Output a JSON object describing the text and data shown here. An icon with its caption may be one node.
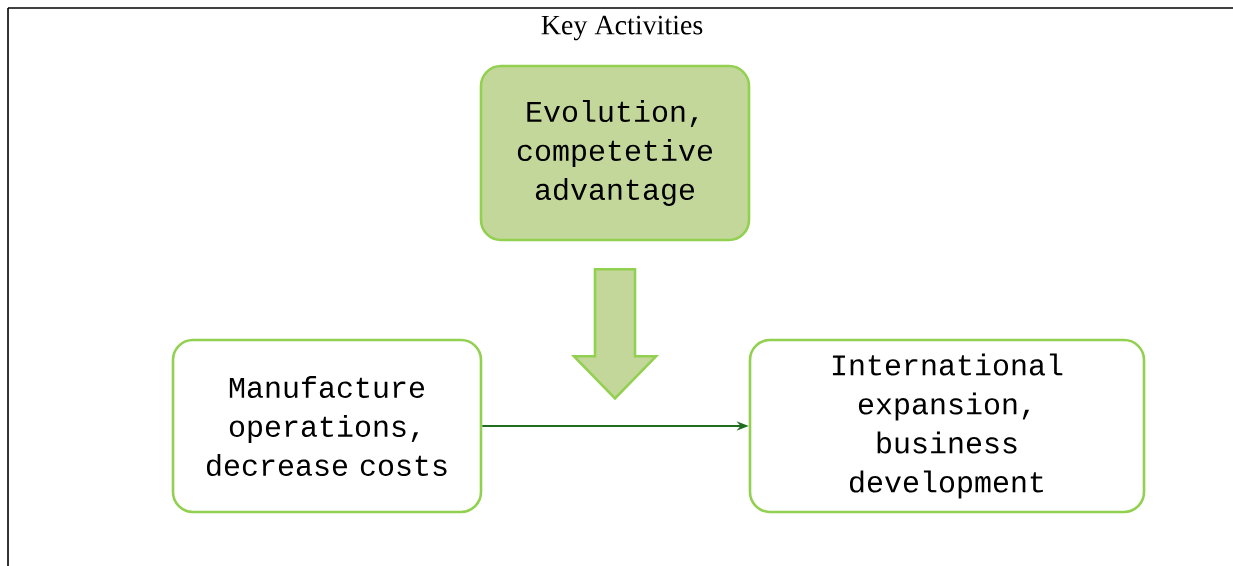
{
  "diagram": {
    "title": "Key Activities",
    "nodes": [
      {
        "text": [
          "Evolution, competetive advantage"
        ]
      },
      {
        "text": [
          "Manufacture operations, decrease costs"
        ]
      },
      {
        "text": [
          "International expansion, business development"
        ]
      }
    ],
    "edges": [
      {
        "from": 0,
        "to": null,
        "arrow": "to",
        "style": "thick",
        "color": "#c4d79b"
      },
      {
        "from": 1,
        "to": 2,
        "arrow": "to",
        "color": "#1e6e1e"
      }
    ]
  }
}
